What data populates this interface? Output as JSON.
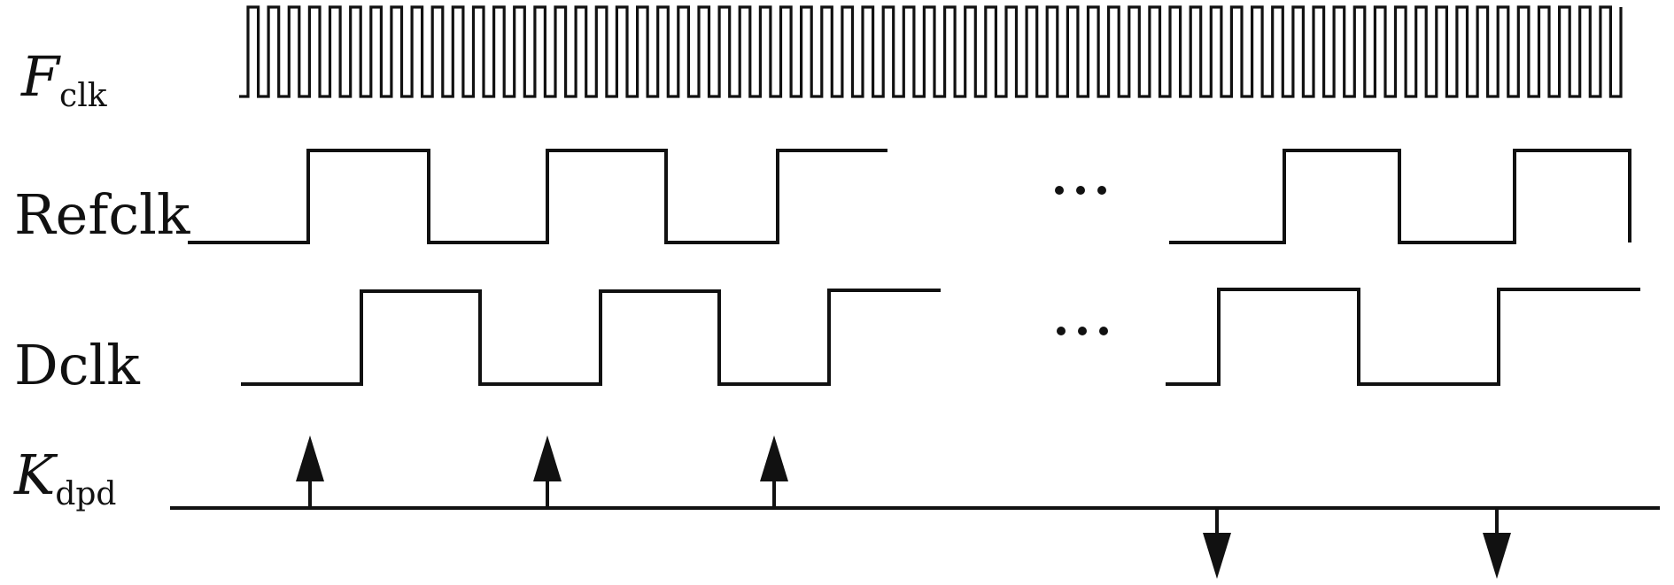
{
  "signals": {
    "fclk": {
      "symbol": "F",
      "subscript": "clk"
    },
    "refclk": {
      "label": "Refclk"
    },
    "dclk": {
      "label": "Dclk"
    },
    "kdpd": {
      "symbol": "K",
      "subscript": "dpd"
    }
  },
  "fclk_pulse_count": 67,
  "kdpd_events": [
    "up",
    "up",
    "up",
    "down",
    "down"
  ],
  "colors": {
    "ink": "#111111",
    "background": "#ffffff"
  }
}
